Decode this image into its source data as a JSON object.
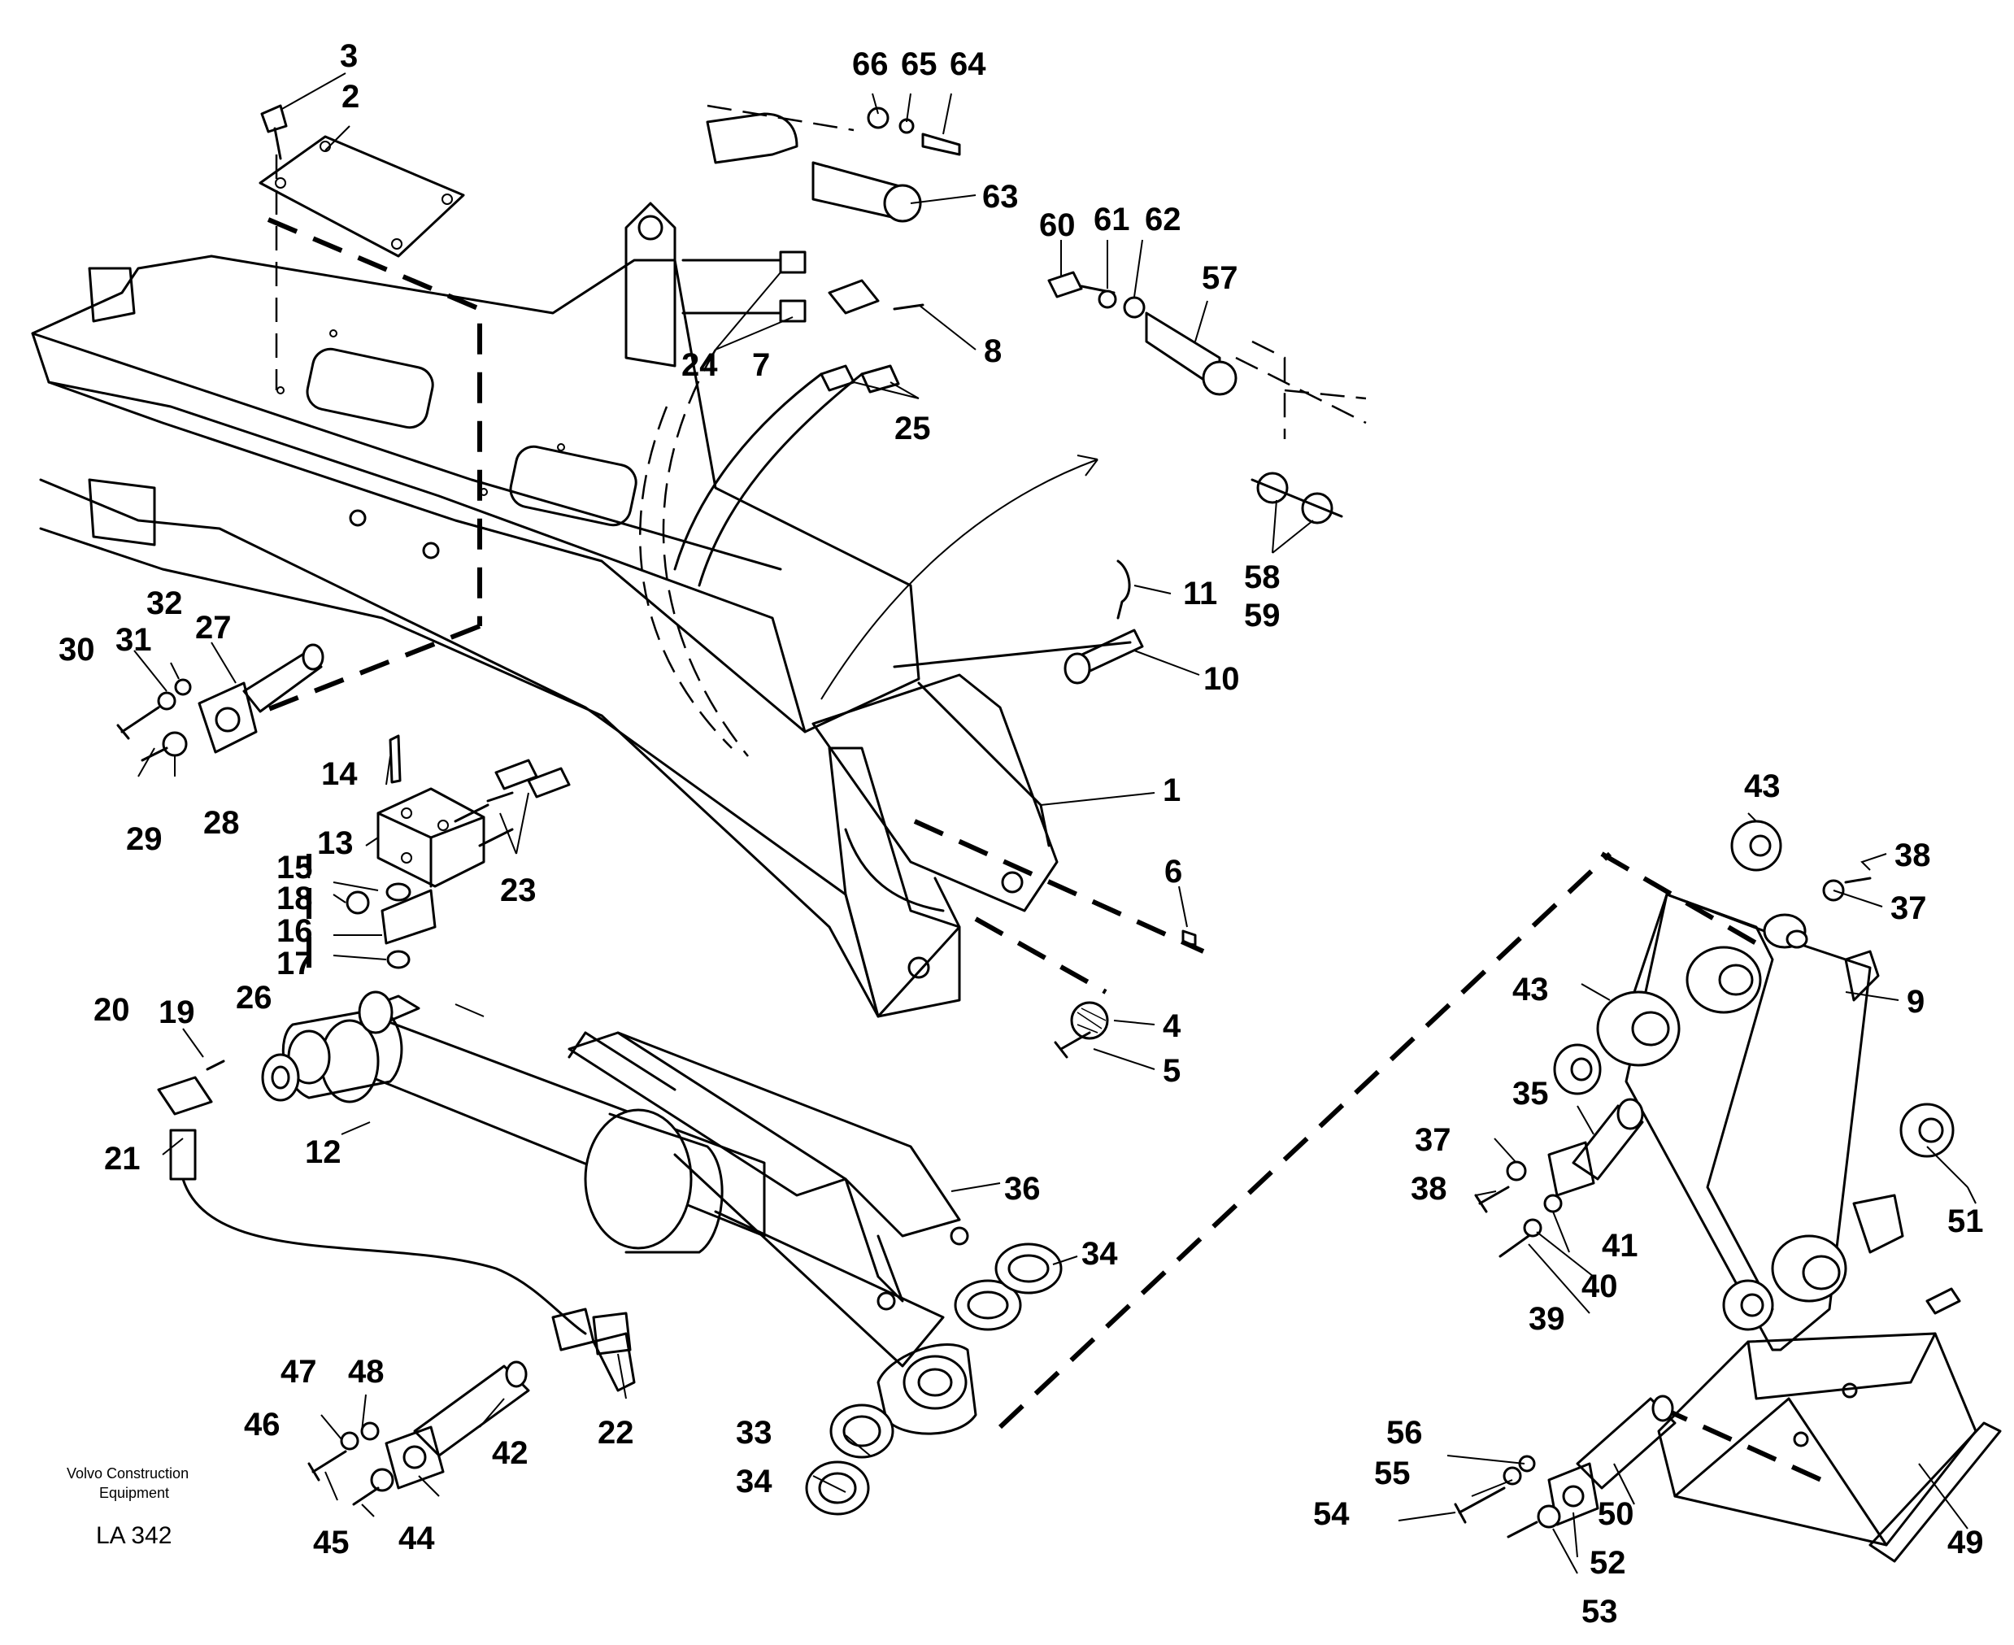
{
  "diagram": {
    "credit": {
      "line1": "Volvo Construction",
      "line2": "Equipment",
      "code": "LA 342"
    },
    "callouts": {
      "c1": "1",
      "c2": "2",
      "c3": "3",
      "c4": "4",
      "c5": "5",
      "c6": "6",
      "c7": "7",
      "c8": "8",
      "c9": "9",
      "c10": "10",
      "c11": "11",
      "c12": "12",
      "c13": "13",
      "c14": "14",
      "c15": "15",
      "c16": "16",
      "c17": "17",
      "c18": "18",
      "c19": "19",
      "c20": "20",
      "c21": "21",
      "c22": "22",
      "c23": "23",
      "c24": "24",
      "c25": "25",
      "c26": "26",
      "c27": "27",
      "c28": "28",
      "c29": "29",
      "c30": "30",
      "c31": "31",
      "c32": "32",
      "c33": "33",
      "c34a": "34",
      "c34b": "34",
      "c35": "35",
      "c36": "36",
      "c37a": "37",
      "c37b": "37",
      "c38a": "38",
      "c38b": "38",
      "c39": "39",
      "c40": "40",
      "c41": "41",
      "c42": "42",
      "c43a": "43",
      "c43b": "43",
      "c44": "44",
      "c45": "45",
      "c46": "46",
      "c47": "47",
      "c48": "48",
      "c49": "49",
      "c50": "50",
      "c51": "51",
      "c52": "52",
      "c53": "53",
      "c54": "54",
      "c55": "55",
      "c56": "56",
      "c57": "57",
      "c58": "58",
      "c59": "59",
      "c60": "60",
      "c61": "61",
      "c62": "62",
      "c63": "63",
      "c64": "64",
      "c65": "65",
      "c66": "66"
    }
  }
}
